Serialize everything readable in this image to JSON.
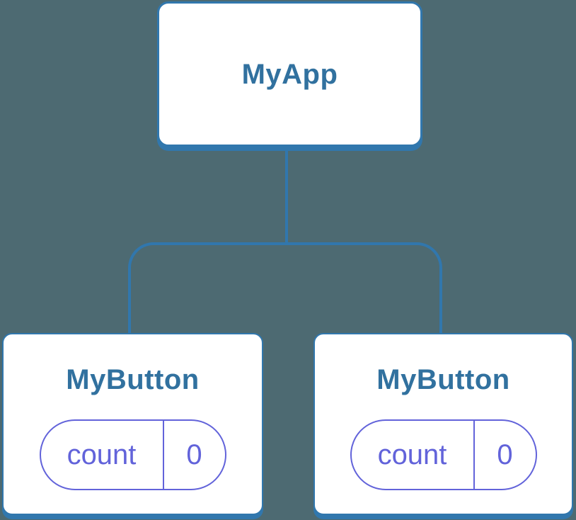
{
  "palette": {
    "bg": "#4D6A72",
    "line": "#3177AD",
    "title": "#31719F",
    "purple": "#6263DA",
    "card": "#FFFFFF"
  },
  "diagram": {
    "type": "component-tree",
    "root": {
      "label": "MyApp"
    },
    "children": [
      {
        "label": "MyButton",
        "state": {
          "key": "count",
          "value": "0"
        }
      },
      {
        "label": "MyButton",
        "state": {
          "key": "count",
          "value": "0"
        }
      }
    ]
  }
}
